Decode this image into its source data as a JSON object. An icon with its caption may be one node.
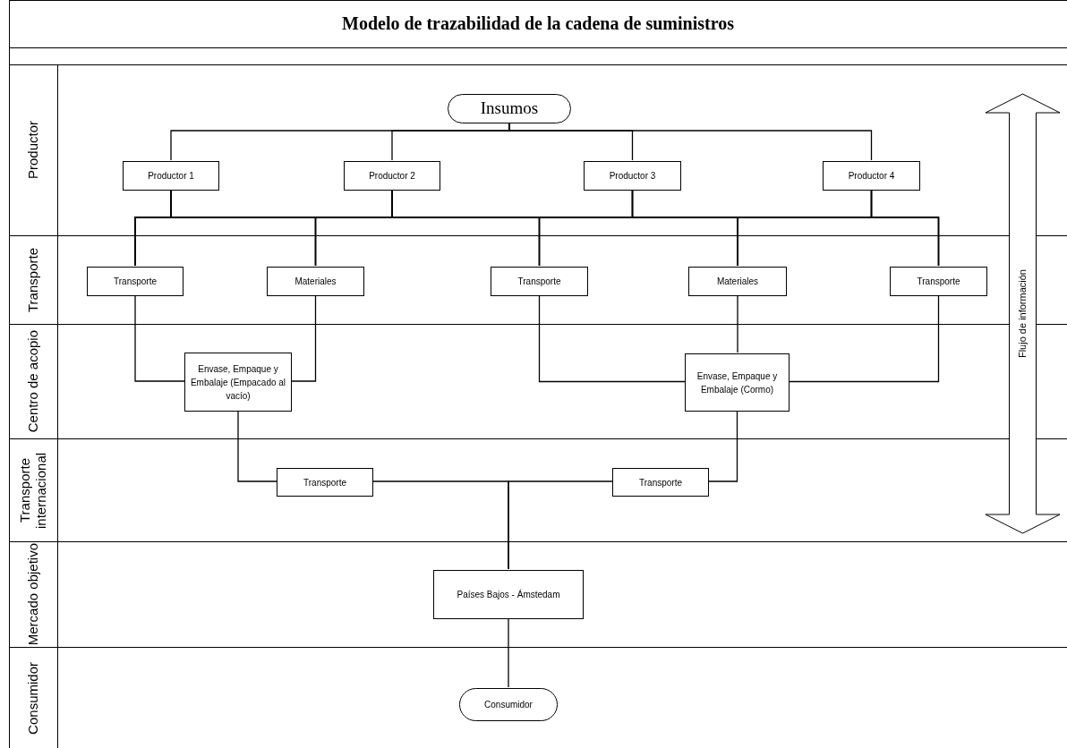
{
  "diagram": {
    "title": "Modelo de trazabilidad de la cadena de suministros",
    "nodes": [
      {
        "text": [
          "Productor"
        ]
      },
      {
        "text": [
          "Insumos"
        ],
        "in": 0
      },
      {
        "text": [
          "Productor 1"
        ],
        "in": 0
      },
      {
        "text": [
          "Productor 2"
        ],
        "in": 0
      },
      {
        "text": [
          "Productor 3"
        ],
        "in": 0
      },
      {
        "text": [
          "Productor 4"
        ],
        "in": 0
      },
      {
        "text": [
          "Transporte"
        ]
      },
      {
        "text": [
          "Transporte"
        ],
        "in": 6
      },
      {
        "text": [
          "Materiales"
        ],
        "in": 6
      },
      {
        "text": [
          "Transporte"
        ],
        "in": 6
      },
      {
        "text": [
          "Materiales"
        ],
        "in": 6
      },
      {
        "text": [
          "Transporte"
        ],
        "in": 6
      },
      {
        "text": [
          "Centro de acopio"
        ]
      },
      {
        "text": [
          "Envase, Empaque y Embalaje (Empacado al vacío)"
        ],
        "in": 12
      },
      {
        "text": [
          "Envase, Empaque y Embalaje (Cormo)"
        ],
        "in": 12
      },
      {
        "text": [
          "Transporte internacional"
        ]
      },
      {
        "text": [
          "Transporte"
        ],
        "in": 15
      },
      {
        "text": [
          "Transporte"
        ],
        "in": 15
      },
      {
        "text": [
          "Mercado objetivo"
        ]
      },
      {
        "text": [
          "Países Bajos - Ámstedam"
        ],
        "in": 18
      },
      {
        "text": [
          "Consumidor"
        ]
      },
      {
        "text": [
          "Consumidor"
        ],
        "in": 20
      },
      {
        "text": [
          "Flujo de información"
        ]
      }
    ],
    "edges": [
      {
        "from": 1,
        "to": 2,
        "arrow": "none"
      },
      {
        "from": 1,
        "to": 3,
        "arrow": "none"
      },
      {
        "from": 1,
        "to": 4,
        "arrow": "none"
      },
      {
        "from": 1,
        "to": 5,
        "arrow": "none"
      },
      {
        "from": 2,
        "to": 7,
        "arrow": "none"
      },
      {
        "from": 2,
        "to": 8,
        "arrow": "none"
      },
      {
        "from": 2,
        "to": 9,
        "arrow": "none"
      },
      {
        "from": 2,
        "to": 10,
        "arrow": "none"
      },
      {
        "from": 2,
        "to": 11,
        "arrow": "none"
      },
      {
        "from": 3,
        "to": 7,
        "arrow": "none"
      },
      {
        "from": 3,
        "to": 8,
        "arrow": "none"
      },
      {
        "from": 3,
        "to": 9,
        "arrow": "none"
      },
      {
        "from": 3,
        "to": 10,
        "arrow": "none"
      },
      {
        "from": 3,
        "to": 11,
        "arrow": "none"
      },
      {
        "from": 4,
        "to": 7,
        "arrow": "none"
      },
      {
        "from": 4,
        "to": 8,
        "arrow": "none"
      },
      {
        "from": 4,
        "to": 9,
        "arrow": "none"
      },
      {
        "from": 4,
        "to": 10,
        "arrow": "none"
      },
      {
        "from": 4,
        "to": 11,
        "arrow": "none"
      },
      {
        "from": 5,
        "to": 7,
        "arrow": "none"
      },
      {
        "from": 5,
        "to": 8,
        "arrow": "none"
      },
      {
        "from": 5,
        "to": 9,
        "arrow": "none"
      },
      {
        "from": 5,
        "to": 10,
        "arrow": "none"
      },
      {
        "from": 5,
        "to": 11,
        "arrow": "none"
      },
      {
        "from": 7,
        "to": 13,
        "arrow": "none"
      },
      {
        "from": 8,
        "to": 13,
        "arrow": "none"
      },
      {
        "from": 9,
        "to": 14,
        "arrow": "none"
      },
      {
        "from": 10,
        "to": 14,
        "arrow": "none"
      },
      {
        "from": 11,
        "to": 14,
        "arrow": "none"
      },
      {
        "from": 13,
        "to": 16,
        "arrow": "none"
      },
      {
        "from": 14,
        "to": 17,
        "arrow": "none"
      },
      {
        "from": 16,
        "to": 19,
        "arrow": "none"
      },
      {
        "from": 17,
        "to": 19,
        "arrow": "none"
      },
      {
        "from": 19,
        "to": 21,
        "arrow": "none"
      }
    ]
  }
}
